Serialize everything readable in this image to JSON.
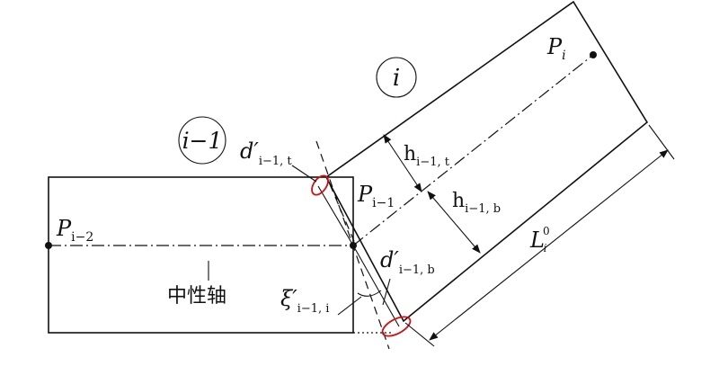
{
  "labels": {
    "segment_i": "i",
    "segment_prev": "i−1",
    "point_pi": {
      "base": "P",
      "sub": "i"
    },
    "point_pi1": {
      "base": "P",
      "sub": "i−1"
    },
    "point_pi2": {
      "base": "P",
      "sub": "i−2"
    },
    "d_top": {
      "base": "d′",
      "sub": "i−1, t"
    },
    "d_bottom": {
      "base": "d′",
      "sub": "i−1, b"
    },
    "h_top": {
      "base": "h",
      "sub": "i−1, t"
    },
    "h_bottom": {
      "base": "h",
      "sub": "i−1, b"
    },
    "length": {
      "base": "L",
      "sup": "0",
      "sub": "i"
    },
    "angle": {
      "base": "ξ′",
      "sub": "i−1, i"
    },
    "neutral_axis": "中性轴"
  },
  "colors": {
    "line": "#111111",
    "marker": "#cc1111"
  }
}
